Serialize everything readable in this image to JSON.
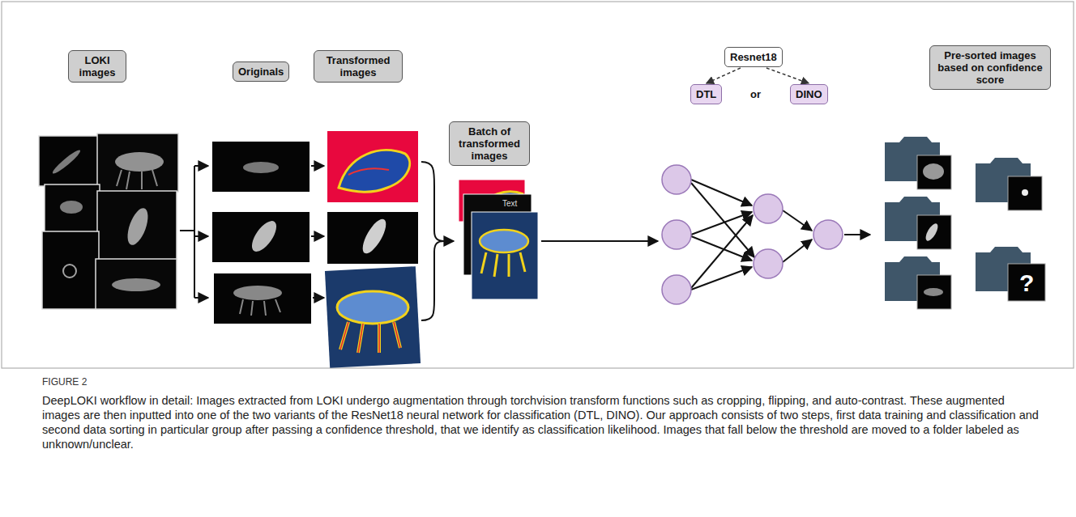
{
  "diagram": {
    "caption": "DeepLOKI workflow in detail: Images extracted from LOKI undergo augmentation through torchvision transform functions such as cropping, flipping, and auto-contrast. These augmented images are then inputted into one of the two variants of the ResNet18 neural network for classification (DTL, DINO). Our approach consists of two steps, first data training and classification and second data sorting in particular group after passing a confidence threshold, that we identify as classification likelihood. Images that fall below the threshold are moved to a folder labeled as unknown/unclear.",
    "nodes": [
      {
        "text": [
          "LOKI images"
        ]
      },
      {
        "text": [
          "Originals"
        ]
      },
      {
        "text": [
          "Transformed images"
        ]
      },
      {
        "text": [
          "Batch of transformed images"
        ]
      },
      {
        "text": [
          "Resnet18"
        ]
      },
      {
        "text": [
          "DTL"
        ]
      },
      {
        "text": [
          "DINO"
        ]
      },
      {
        "text": [
          "Pre-sorted images based on confidence score"
        ]
      }
    ],
    "edges": [
      {
        "from": 4,
        "to": 5,
        "arrow": "to"
      },
      {
        "from": 4,
        "to": 6,
        "arrow": "to"
      }
    ],
    "labels": [
      "or",
      "Text",
      "?",
      "FIGURE 2"
    ]
  }
}
